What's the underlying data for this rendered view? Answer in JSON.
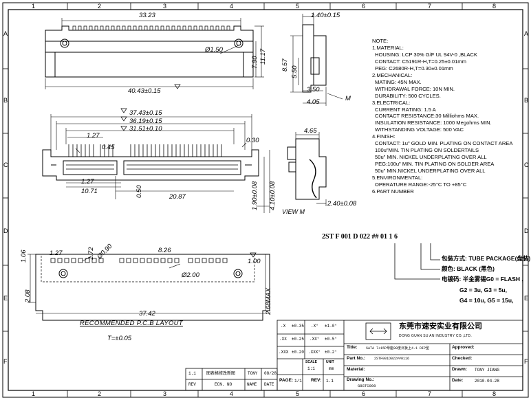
{
  "grid": {
    "columns": [
      "1",
      "2",
      "3",
      "4",
      "5",
      "6",
      "7",
      "8"
    ],
    "rows": [
      "A",
      "B",
      "C",
      "D",
      "E",
      "F"
    ]
  },
  "dims": {
    "top_width": "33.23",
    "top_hole": "Ø1.50",
    "top_overall": "40.43±0.15",
    "h_11_17": "11.17",
    "h_7_90": "7.90",
    "side_1_40": "1.40±0.15",
    "side_8_57": "8.57",
    "side_5_50": "5.50",
    "side_3_50": "3.50",
    "side_4_05": "4.05",
    "side_m": "M",
    "front_37_43": "37.43±0.15",
    "front_36_19": "36.19±0.15",
    "front_31_51": "31.51±0.10",
    "front_1_27a": "1.27",
    "front_0_45": "0.45",
    "front_0_30": "0.30",
    "front_1_27b": "1.27",
    "front_10_71": "10.71",
    "front_0_50": "0.50",
    "front_20_87": "20.87",
    "front_1_90": "1.90±0.08",
    "front_4_10": "4.10±0.08",
    "sec_4_65": "4.65",
    "sec_2_40": "2.40±0.08",
    "view_m": "VIEW M",
    "pcb_1_06": "1.06",
    "pcb_1_27": "1.27",
    "pcb_1_72": "1.72",
    "pcb_0_90": "Ø0.90",
    "pcb_8_26": "8.26",
    "pcb_1_00": "1.00",
    "pcb_2_00": "Ø2.00",
    "pcb_2_08": "2.08",
    "pcb_37_42": "37.42",
    "pcb_2_68": "2.68MAX"
  },
  "pcb_title": "RECOMMENDED P.C.B LAYOUT",
  "pcb_tolerance": "T=±0.05",
  "notes": [
    "NOTE:",
    "1.MATERIAL:",
    "HOUSING: LCP   30% G/F UL 94V-0 ,BLACK",
    "CONTACT:    C5191R-H,T=0.25±0.01mm",
    "PEG: C2680R-H,T=0.30±0.01mm",
    "2.MECHANICAL:",
    "MATING: 45N MAX.",
    "WITHDRAWAL FORCE: 10N MIN.",
    "DURABILITY: 500 CYCLES.",
    "3.ELECTRICAL:",
    "CURRENT RATING: 1.5 A",
    "CONTACT RESISTANCE:30 Milliohms MAX.",
    "INSULATION RESISTANCE: 1000 Megohms MIN.",
    "WITHSTANDING VOLTAGE: 500 VAC",
    "4.FINISH:",
    "CONTACT: 1u\" GOLD MIN. PLATING ON CONTACT AREA",
    "100u\"MIN.  TIN PLATING ON SOLDERTAILS",
    "50u\" MIN. NICKEL UNDERPLATING OVER ALL",
    "PEG:100u\" MIN.  TIN PLATING ON SOLDER AREA",
    "50u\" MIN.NICKEL UNDERPLATING OVER ALL",
    "5.ENVIRONMENTAL:",
    "OPERATURE RANGE:-25°C TO +85°C",
    "6.PART NUMBER"
  ],
  "part_number": {
    "code": "2ST F 001 D 022 ## 01 1 6",
    "legend": [
      "包装方式: TUBE PACKAGE(盘装)",
      "颜色: BLACK (黑色)",
      "电镀码: 半金雾锡G0 = FLASH ,",
      "G2 = 3u,  G3 = 5u,",
      "G4 = 10u,  G5 = 15u,"
    ]
  },
  "title_block": {
    "tol_rows": [
      [
        ".X",
        "±0.35",
        ".X°",
        "±1.0°"
      ],
      [
        ".XX",
        "±0.25",
        ".XX°",
        "±0.5°"
      ],
      [
        ".XXX",
        "±0.20",
        ".XXX°",
        "±0.2°"
      ]
    ],
    "company_cn": "东莞市速安实业有限公司",
    "company_en": "DONG GUAN SU AN INDUSTRY CO.,LTD.",
    "title_label": "Title:",
    "title_value": "SATA 7+15P母座90度沉板上4.1 DIP型",
    "approved_label": "Approved:",
    "part_no_label": "Part No.:",
    "part_no_value": "2STF001D022##0116",
    "checked_label": "Checked:",
    "material_label": "Material:",
    "drawn_label": "Drawn:",
    "drawn_value": "TONY JIANG",
    "drawing_no_label": "Drawing No.:",
    "drawing_no_value": "G8STC008",
    "date_label": "Date:",
    "date_value": "2010-04-28",
    "scale_label": "SCALE",
    "scale_value": "1:1",
    "unit_label": "UNIT",
    "unit_value": "mm",
    "page_label": "PAGE:",
    "page_value": "1/1",
    "rev_label": "REV:",
    "rev_value": "1.1",
    "rev_row": [
      "1.1",
      "图表格修改新图",
      "TONY",
      "08/28"
    ],
    "rev_head": [
      "REV",
      "ECN. NO",
      "NAME",
      "DATE"
    ]
  }
}
